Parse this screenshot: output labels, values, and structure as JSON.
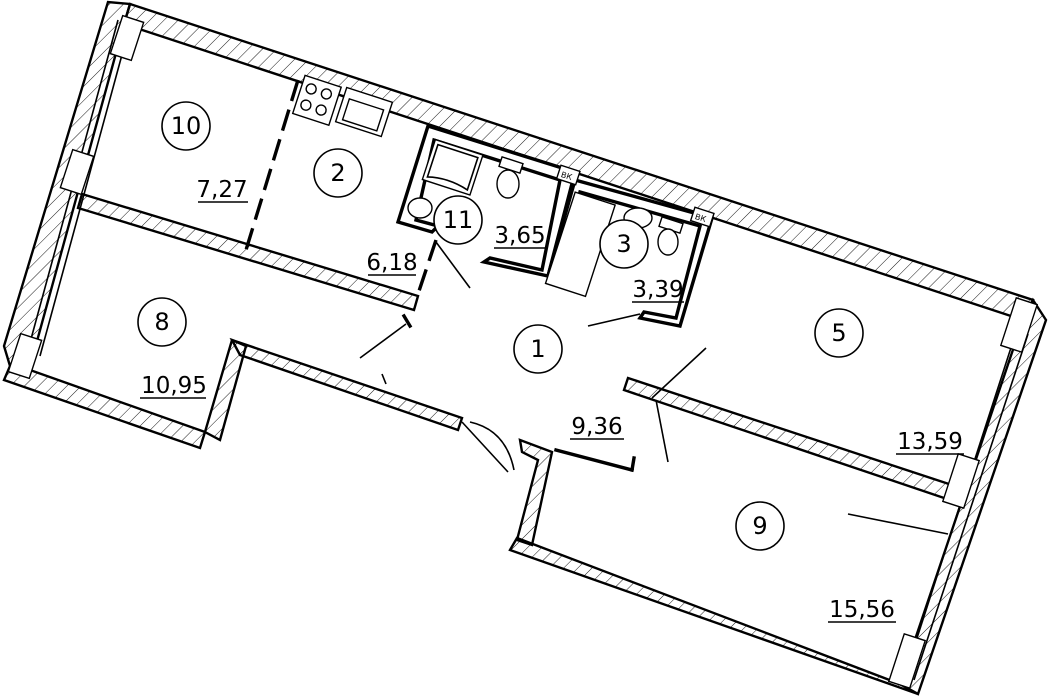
{
  "rooms": [
    {
      "id": "1",
      "number": "1",
      "area": "9,36"
    },
    {
      "id": "2",
      "number": "2",
      "area": "6,18"
    },
    {
      "id": "3",
      "number": "3",
      "area": "3,39"
    },
    {
      "id": "5",
      "number": "5",
      "area": "13,59"
    },
    {
      "id": "8",
      "number": "8",
      "area": "10,95"
    },
    {
      "id": "9",
      "number": "9",
      "area": "15,56"
    },
    {
      "id": "10",
      "number": "10",
      "area": "7,27"
    },
    {
      "id": "11",
      "number": "11",
      "area": "3,65"
    }
  ],
  "vent_label": "ВК"
}
